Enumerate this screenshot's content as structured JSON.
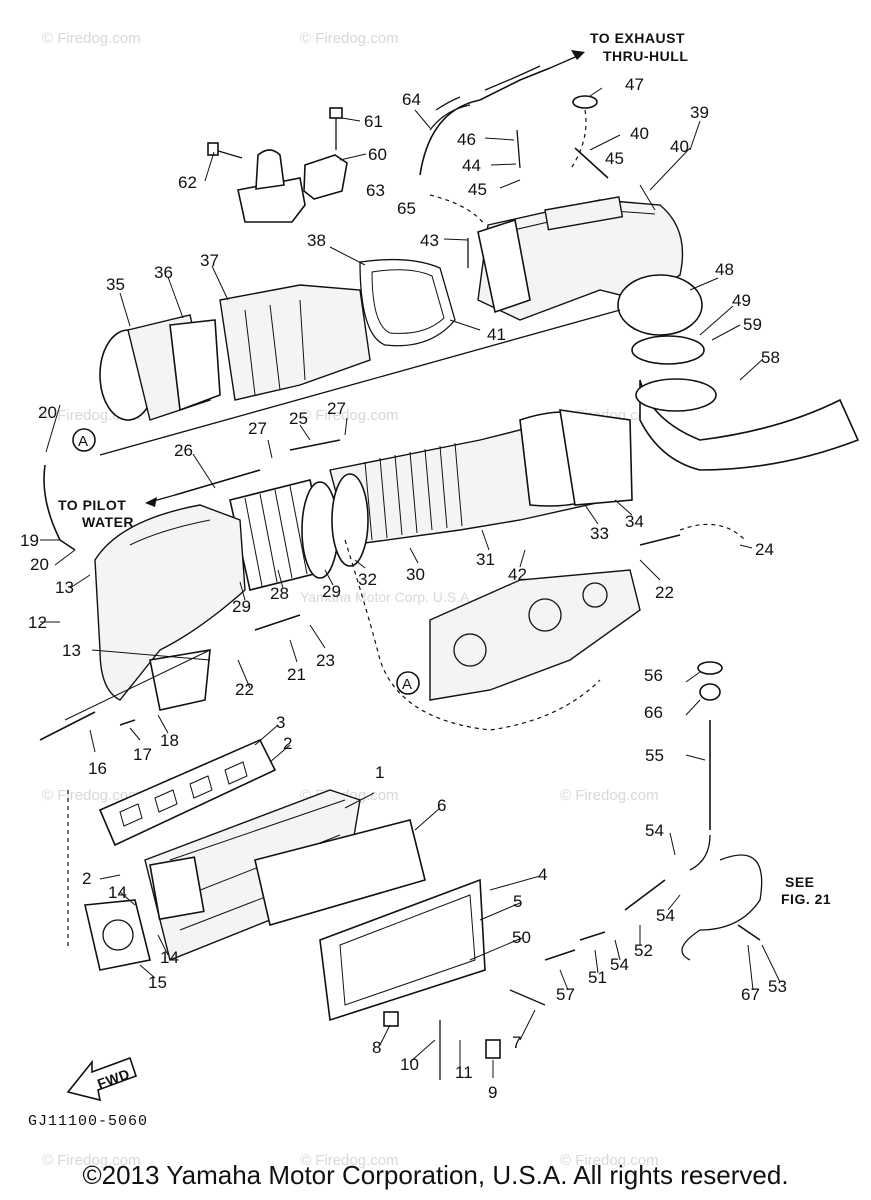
{
  "diagram": {
    "drawing_code": "GJ11100-5060",
    "copyright": "©2013 Yamaha Motor Corporation, U.S.A. All rights reserved.",
    "callouts": {
      "exhaust_line1": "TO EXHAUST",
      "exhaust_line2": "THRU-HULL",
      "pilot_line1": "TO PILOT",
      "pilot_line2": "WATER",
      "see_line1": "SEE",
      "see_line2": "FIG. 21",
      "fwd": "FWD",
      "ref_a": "A"
    },
    "watermark": "© Firedog.com",
    "center_watermark": "Yamaha Motor Corp. U.S.A.",
    "part_numbers": [
      "1",
      "2",
      "3",
      "4",
      "5",
      "6",
      "7",
      "8",
      "9",
      "10",
      "11",
      "12",
      "13",
      "14",
      "15",
      "16",
      "17",
      "18",
      "19",
      "20",
      "21",
      "22",
      "23",
      "24",
      "25",
      "26",
      "27",
      "28",
      "29",
      "30",
      "31",
      "32",
      "33",
      "34",
      "35",
      "36",
      "37",
      "38",
      "39",
      "40",
      "41",
      "42",
      "43",
      "44",
      "45",
      "46",
      "47",
      "48",
      "49",
      "50",
      "51",
      "52",
      "53",
      "54",
      "55",
      "56",
      "57",
      "58",
      "59",
      "60",
      "61",
      "62",
      "63",
      "64",
      "65",
      "66",
      "67"
    ]
  }
}
